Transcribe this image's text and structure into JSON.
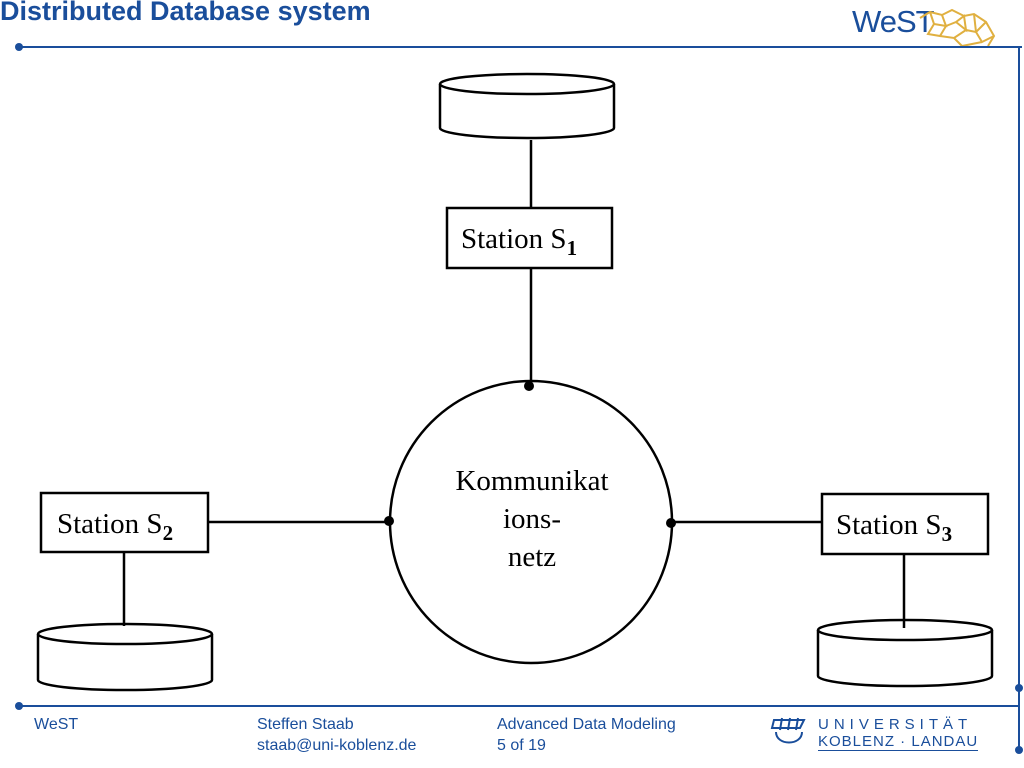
{
  "header": {
    "title": "Distributed Database system",
    "logo_text": "WeST"
  },
  "diagram": {
    "stations": [
      {
        "base": "Station S",
        "sub": "1"
      },
      {
        "base": "Station S",
        "sub": "2"
      },
      {
        "base": "Station S",
        "sub": "3"
      }
    ],
    "network_label": [
      "Kommunikat",
      "ions-",
      "netz"
    ]
  },
  "footer": {
    "org": "WeST",
    "author": "Steffen Staab",
    "email": "staab@uni-koblenz.de",
    "course": "Advanced Data Modeling",
    "page": "5 of 19",
    "university_line1": "UNIVERSITÄT",
    "university_line2": "KOBLENZ · LANDAU"
  },
  "colors": {
    "accent": "#1a4e9b",
    "logo_network": "#e0b040"
  }
}
